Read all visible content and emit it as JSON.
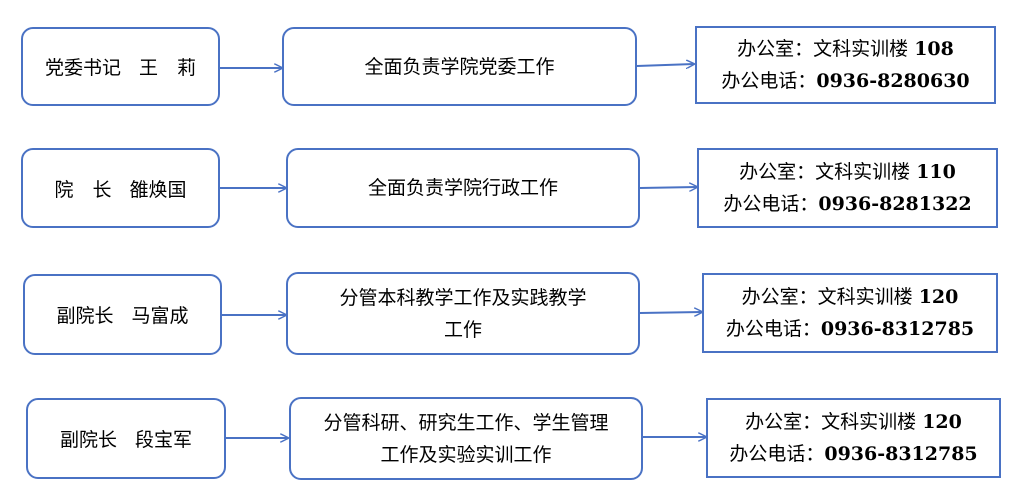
{
  "colors": {
    "border": "#4a72c4",
    "arrow": "#4a72c4"
  },
  "rows": [
    {
      "title": "党委书记",
      "name": "王　莉",
      "duty": "全面负责学院党委工作",
      "office_label": "办公室：文科实训楼",
      "office_room": "108",
      "phone_label": "办公电话：",
      "phone": "0936-8280630"
    },
    {
      "title": "院　长",
      "name": "雒焕国",
      "duty": "全面负责学院行政工作",
      "office_label": "办公室：文科实训楼",
      "office_room": "110",
      "phone_label": "办公电话：",
      "phone": "0936-8281322"
    },
    {
      "title": "副院长",
      "name": "马富成",
      "duty_line1": "分管本科教学工作及实践教学",
      "duty_line2": "工作",
      "office_label": "办公室：文科实训楼",
      "office_room": "120",
      "phone_label": "办公电话：",
      "phone": "0936-8312785"
    },
    {
      "title": "副院长",
      "name": "段宝军",
      "duty_line1": "分管科研、研究生工作、学生管理",
      "duty_line2": "工作及实验实训工作",
      "office_label": "办公室：文科实训楼",
      "office_room": "120",
      "phone_label": "办公电话：",
      "phone": "0936-8312785"
    }
  ]
}
